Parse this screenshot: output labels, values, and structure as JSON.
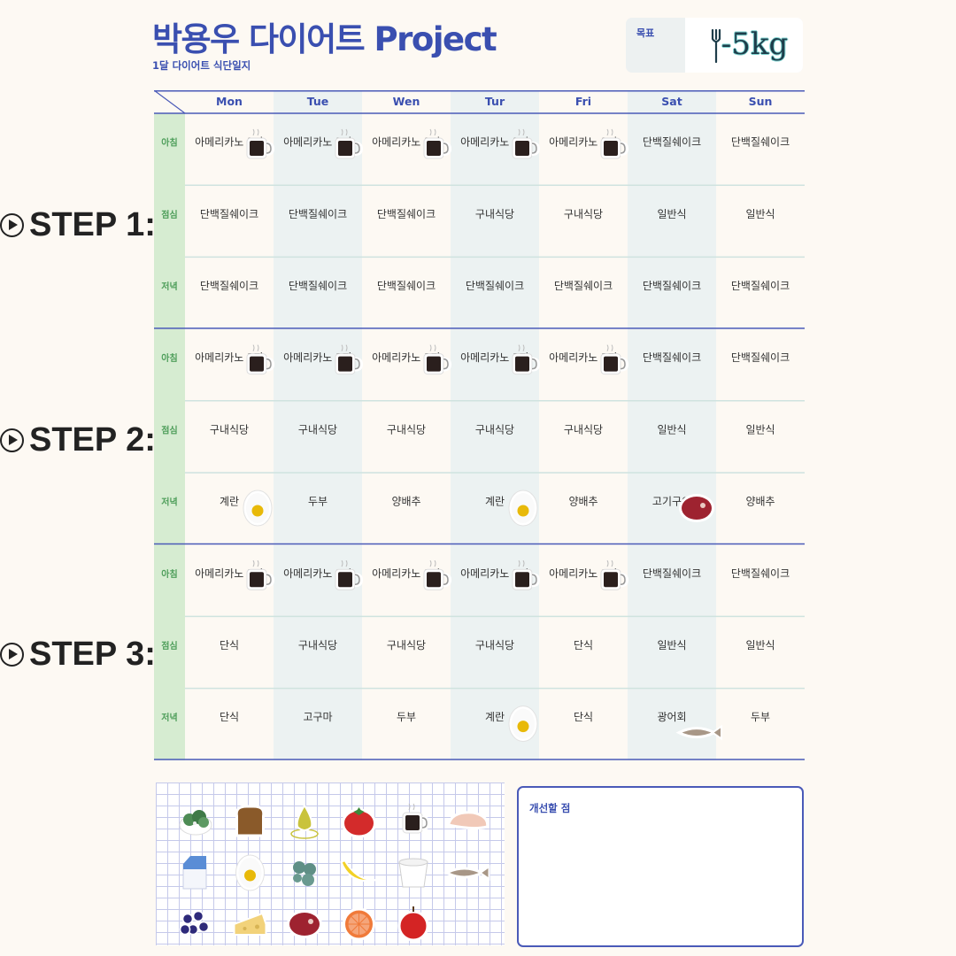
{
  "header": {
    "title": "박용우 다이어트 Project",
    "subtitle": "1달 다이어트 식단일지",
    "goal_label": "목표",
    "goal_value": "-5kg"
  },
  "days": [
    "Mon",
    "Tue",
    "Wen",
    "Tur",
    "Fri",
    "Sat",
    "Sun"
  ],
  "meal_labels": [
    "아침",
    "점심",
    "저녁"
  ],
  "steps": [
    {
      "label": "STEP 1:",
      "meals": [
        [
          "아메리카노 1잔",
          "아메리카노 1잔",
          "아메리카노 1잔",
          "아메리카노 1잔",
          "아메리카노 1잔",
          "단백질쉐이크",
          "단백질쉐이크"
        ],
        [
          "단백질쉐이크",
          "단백질쉐이크",
          "단백질쉐이크",
          "구내식당",
          "구내식당",
          "일반식",
          "일반식"
        ],
        [
          "단백질쉐이크",
          "단백질쉐이크",
          "단백질쉐이크",
          "단백질쉐이크",
          "단백질쉐이크",
          "단백질쉐이크",
          "단백질쉐이크"
        ]
      ],
      "stickers": [
        [
          "coffee",
          "coffee",
          "coffee",
          "coffee",
          "coffee",
          "",
          ""
        ],
        [
          "",
          "",
          "",
          "",
          "",
          "",
          ""
        ],
        [
          "",
          "",
          "",
          "",
          "",
          "",
          ""
        ]
      ]
    },
    {
      "label": "STEP 2:",
      "meals": [
        [
          "아메리카노 1잔",
          "아메리카노 1잔",
          "아메리카노 1잔",
          "아메리카노 1잔",
          "아메리카노 1잔",
          "단백질쉐이크",
          "단백질쉐이크"
        ],
        [
          "구내식당",
          "구내식당",
          "구내식당",
          "구내식당",
          "구내식당",
          "일반식",
          "일반식"
        ],
        [
          "계란",
          "두부",
          "양배추",
          "계란",
          "양배추",
          "고기구이",
          "양배추"
        ]
      ],
      "stickers": [
        [
          "coffee",
          "coffee",
          "coffee",
          "coffee",
          "coffee",
          "",
          ""
        ],
        [
          "",
          "",
          "",
          "",
          "",
          "",
          ""
        ],
        [
          "egg",
          "",
          "",
          "egg",
          "",
          "meat",
          ""
        ]
      ]
    },
    {
      "label": "STEP 3:",
      "meals": [
        [
          "아메리카노 1잔",
          "아메리카노 1잔",
          "아메리카노 1잔",
          "아메리카노 1잔",
          "아메리카노 1잔",
          "단백질쉐이크",
          "단백질쉐이크"
        ],
        [
          "단식",
          "구내식당",
          "구내식당",
          "구내식당",
          "단식",
          "일반식",
          "일반식"
        ],
        [
          "단식",
          "고구마",
          "두부",
          "계란",
          "단식",
          "광어회",
          "두부"
        ]
      ],
      "stickers": [
        [
          "coffee",
          "coffee",
          "coffee",
          "coffee",
          "coffee",
          "",
          ""
        ],
        [
          "",
          "",
          "",
          "",
          "",
          "",
          ""
        ],
        [
          "",
          "",
          "",
          "egg",
          "",
          "fish",
          ""
        ]
      ]
    }
  ],
  "sticker_sheet": [
    [
      "salad-icon",
      "toast-icon",
      "olive-oil-icon",
      "tomato-icon",
      "coffee-icon",
      "chicken-breast-icon"
    ],
    [
      "milk-carton-icon",
      "egg-icon",
      "broccoli-icon",
      "banana-icon",
      "yogurt-icon",
      "fish-icon"
    ],
    [
      "blueberry-icon",
      "cheese-icon",
      "meat-icon",
      "grapefruit-icon",
      "apple-icon"
    ]
  ],
  "notes": {
    "title": "개선할 점"
  },
  "colors": {
    "accent_blue": "#3a4fb0",
    "meal_label_green": "#4e9e5a",
    "meal_label_bg": "#d6ecd1",
    "shaded_column": "#ecf2f2",
    "page_bg": "#fdf9f3"
  }
}
